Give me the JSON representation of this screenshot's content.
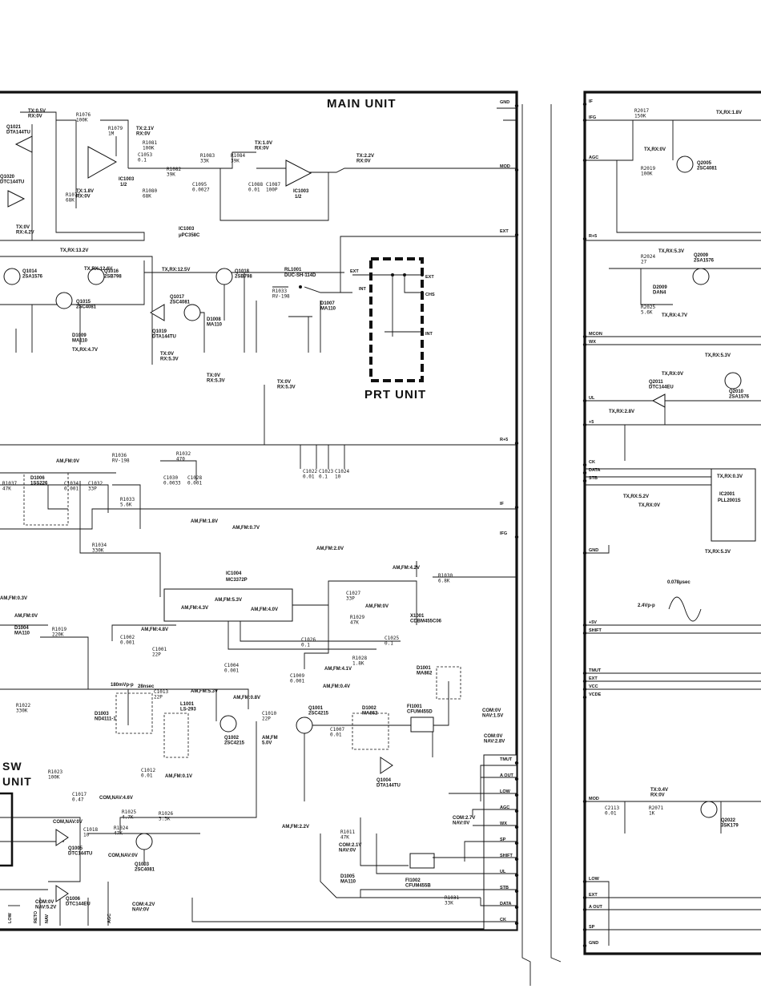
{
  "units": {
    "main": "MAIN UNIT",
    "prt": "PRT UNIT",
    "sw_line1": "SW",
    "sw_line2": "UNIT"
  },
  "connector_right_main": [
    "GND",
    "MOD",
    "EXT",
    "R+5",
    "IF",
    "IFG",
    "TMUT",
    "A OUT",
    "LOW",
    "AGC",
    "WX",
    "SP",
    "SHIFT",
    "UL",
    "STB",
    "DATA",
    "CK"
  ],
  "connector_left_second": [
    "IF",
    "IFG",
    "AGC",
    "R+5",
    "MCON",
    "WX",
    "UL",
    "+5",
    "CK",
    "DATA",
    "STB",
    "GND",
    "+5V",
    "SHIFT",
    "TMUT",
    "EXT",
    "VCC",
    "VCDE",
    "MOD",
    "LOW",
    "EXT",
    "A OUT",
    "SP",
    "GND"
  ],
  "prt_pins": [
    "EXT",
    "CHS",
    "INT"
  ],
  "relay_pins": [
    "EXT",
    "INT"
  ],
  "bottom_left_pins": [
    "RETO",
    "NAV",
    "LOW",
    "AGC"
  ],
  "ics": {
    "ic1003_u1": [
      "IC1003",
      "1/2"
    ],
    "ic1003_u2": [
      "IC1003",
      "1/2"
    ],
    "ic1003_part": [
      "IC1003",
      "μPC358C"
    ],
    "ic1004": [
      "IC1004",
      "MC3372P"
    ],
    "ic2001": [
      "IC2001",
      "PLL2001S"
    ]
  },
  "transistors": [
    [
      "Q1021",
      "DTA144TU"
    ],
    [
      "Q1020",
      "DTC144TU"
    ],
    [
      "Q1014",
      "2SA1576"
    ],
    [
      "Q1016",
      "2SB798"
    ],
    [
      "Q1015",
      "2SC4081"
    ],
    [
      "Q1017",
      "2SC4081"
    ],
    [
      "Q1019",
      "DTA144TU"
    ],
    [
      "Q1018",
      "2SB798"
    ],
    [
      "Q1001",
      "2SC4215"
    ],
    [
      "Q1002",
      "2SC4215"
    ],
    [
      "Q1004",
      "DTA144TU"
    ],
    [
      "Q1005",
      "DTC144TU"
    ],
    [
      "Q1003",
      "2SC4081"
    ],
    [
      "Q1006",
      "DTC144EU"
    ],
    [
      "Q2005",
      "2SC4081"
    ],
    [
      "Q2009",
      "2SA1576"
    ],
    [
      "Q2011",
      "DTC144EU"
    ],
    [
      "Q2010",
      "2SA1576"
    ],
    [
      "Q2022",
      "3SK179"
    ]
  ],
  "diodes": [
    [
      "D1009",
      "MA110"
    ],
    [
      "D1008",
      "MA110"
    ],
    [
      "D1007",
      "MA110"
    ],
    [
      "D1006",
      "1SS226"
    ],
    [
      "D1004",
      "MA110"
    ],
    [
      "D1003",
      "ND4111-1"
    ],
    [
      "D1002",
      "MA862"
    ],
    [
      "D1001",
      "MA862"
    ],
    [
      "D1005",
      "MA110"
    ],
    [
      "D2009",
      "DAN4"
    ]
  ],
  "filters": [
    [
      "FI1001",
      "CFUM455D"
    ],
    [
      "FI1002",
      "CFUM455B"
    ],
    [
      "X1001",
      "CDBM455C06"
    ],
    [
      "L1001",
      "LS-293"
    ],
    [
      "RL1001",
      "DUC-SH-114D"
    ]
  ],
  "resistors": [
    [
      "R1076",
      "100K"
    ],
    [
      "R1079",
      "1M"
    ],
    [
      "R1081",
      "100K"
    ],
    [
      "R1082",
      "39K"
    ],
    [
      "R1083",
      "33K"
    ],
    [
      "R1084",
      "39K"
    ],
    [
      "R1077",
      "68K"
    ],
    [
      "R1080",
      "68K"
    ],
    [
      "R1033",
      "RV-198"
    ],
    [
      "R1036",
      "RV-198"
    ],
    [
      "R1032",
      "470"
    ],
    [
      "R1037",
      "47K"
    ],
    [
      "R1034",
      "330K"
    ],
    [
      "R1033",
      "5.6K"
    ],
    [
      "R1019",
      "220K"
    ],
    [
      "R1022",
      "330K"
    ],
    [
      "R1023",
      "100K"
    ],
    [
      "R1025",
      "4.7K"
    ],
    [
      "R1024",
      "47K"
    ],
    [
      "R1026",
      "3.3K"
    ],
    [
      "R1030",
      "6.8K"
    ],
    [
      "R1029",
      "47K"
    ],
    [
      "R1028",
      "1.8K"
    ],
    [
      "R1031",
      "33K"
    ],
    [
      "R1011",
      "47K"
    ],
    [
      "R2017",
      "150K"
    ],
    [
      "R2019",
      "100K"
    ],
    [
      "R2024",
      "27"
    ],
    [
      "R2025",
      "5.6K"
    ],
    [
      "R2071",
      "1K"
    ]
  ],
  "capacitors": [
    [
      "C1053",
      "0.1"
    ],
    [
      "C1095",
      "0.0027"
    ],
    [
      "C1088",
      "0.01"
    ],
    [
      "C1087",
      "100P"
    ],
    [
      "C1034",
      "0.001"
    ],
    [
      "C1032",
      "33P"
    ],
    [
      "C1030",
      "0.0033"
    ],
    [
      "C1028",
      "0.001"
    ],
    [
      "C1022",
      "0.01"
    ],
    [
      "C1023",
      "0.1"
    ],
    [
      "C1024",
      "10"
    ],
    [
      "C1027",
      "33P"
    ],
    [
      "C1025",
      "0.1"
    ],
    [
      "C1026",
      "0.1"
    ],
    [
      "C1002",
      "0.001"
    ],
    [
      "C1001",
      "22P"
    ],
    [
      "C1013",
      "22P"
    ],
    [
      "C1004",
      "0.001"
    ],
    [
      "C1009",
      "0.001"
    ],
    [
      "C1010",
      "22P"
    ],
    [
      "C1007",
      "0.01"
    ],
    [
      "C1012",
      "0.01"
    ],
    [
      "C1018",
      "10"
    ],
    [
      "C1017",
      "0.47"
    ],
    [
      "C2113",
      "0.01"
    ]
  ],
  "voltages": {
    "q1021": "TX:0.5V\nRX:0V",
    "ic1003a": "TX:2.1V\nRX:0V",
    "ic1003b": "TX:1.8V\nRX:0V",
    "mod": "TX:2.2V\nRX:0V",
    "r1084": "TX:1.0V\nRX:0V",
    "left_mid": "TX:0V\nRX:4.2V",
    "q1014": "TX,RX:13.2V",
    "q1016": "TX,RX:12.6V",
    "q1018": "TX,RX:12.5V",
    "d1009": "TX,RX:4.7V",
    "q1017": "TX:0V\nRX:5.3V",
    "q1017b": "TX:0V\nRX:5.3V",
    "mid_center": "TX:0V\nRX:5.3V",
    "am1": "AM,FM:0V",
    "am2": "AM,FM:1.8V",
    "am3": "AM,FM:0.7V",
    "am4": "AM,FM:2.0V",
    "am5": "AM,FM:4.2V",
    "am6": "AM,FM:5.3V",
    "am7": "AM,FM:4.3V",
    "am8": "AM,FM:4.0V",
    "am9": "AM,FM:4.8V",
    "am10": "AM,FM:0V",
    "am11": "AM,FM:4.1V",
    "am12": "AM,FM:0.4V",
    "am13": "AM,FM:5.3V",
    "am14": "AM,FM:0.8V",
    "am15": "AM,FM:0.1V",
    "am16": "AM,FM:2.2V",
    "am17": "AM,FM:0.3V",
    "am18": "AM,FM:0V",
    "am19": "AM,FM\n5.0V",
    "com1": "COM,NAV:4.6V",
    "com2": "COM,NAV:0V",
    "com3": "COM,NAV:0V",
    "com4": "COM:0V\nNAV:5.2V",
    "com5": "COM:4.2V\nNAV:0V",
    "com6": "COM:0V\nNAV:1.5V",
    "com7": "COM:0V\nNAV:2.8V",
    "com8": "COM:2.7V\nNAV:0V",
    "com9": "COM:2.1V\nNAV:0V",
    "r2": "TX,RX:0V",
    "r3": "TX,RX:1.8V",
    "r4": "TX,RX:5.3V",
    "r5": "TX,RX:4.7V",
    "r6": "TX,RX:0V",
    "r7": "TX,RX:2.8V",
    "r8": "TX,RX:5.2V",
    "r9": "TX,RX:0V",
    "r10": "TX,RX:5.3V",
    "r11": "TX,RX:0.3V",
    "r12": "TX,RX:5.3V",
    "r13": "TX:0.4V\nRX:0V",
    "vpp": "2.4Vp-p",
    "usec": "0.078μsec",
    "mvpp": "180mVp-p",
    "nsec": "28nsec"
  }
}
